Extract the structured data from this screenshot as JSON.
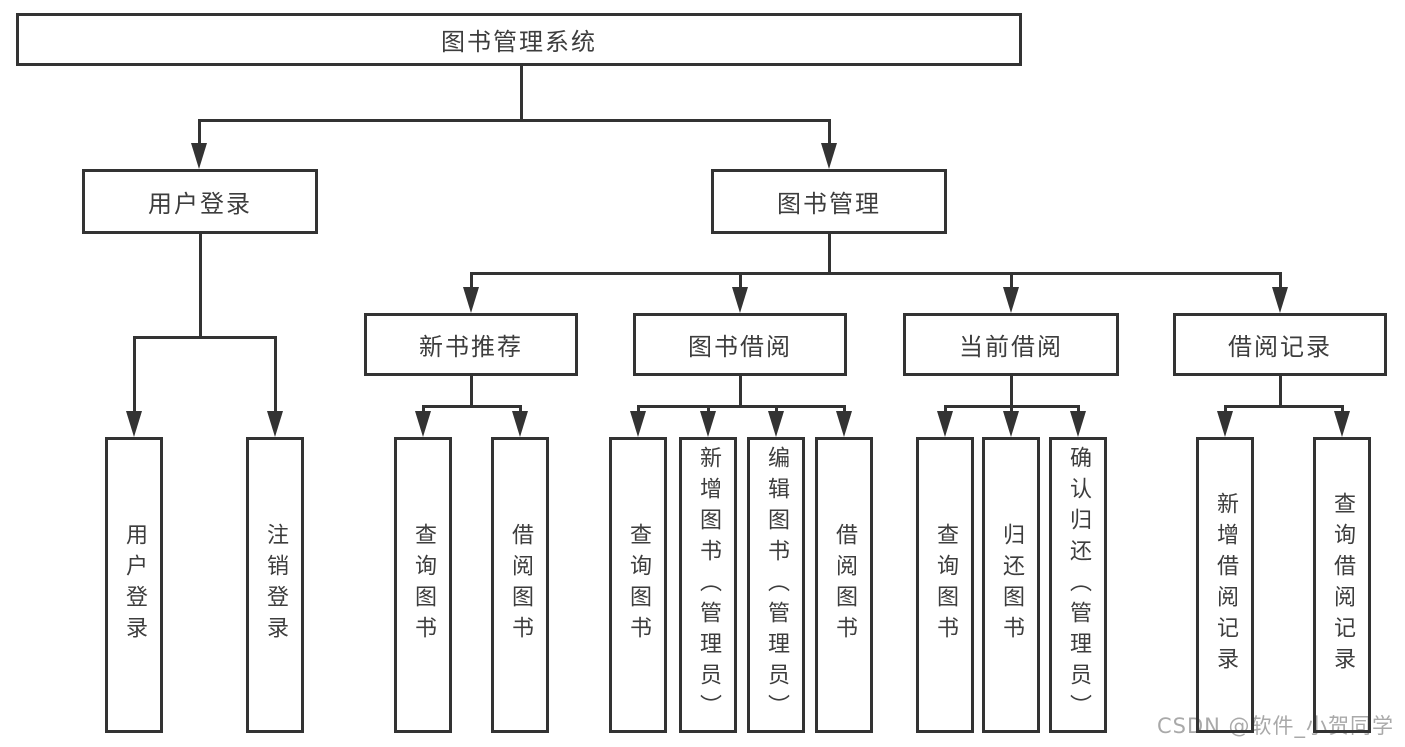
{
  "diagram": {
    "title": "图书管理系统",
    "type": "hierarchy-tree",
    "colors": {
      "line": "#333333",
      "box_border": "#333333",
      "text": "#3d3d3d",
      "watermark": "#a9a9a9",
      "background": "#ffffff"
    },
    "nodes": {
      "root": "图书管理系统",
      "user_login": "用户登录",
      "book_mgmt": "图书管理",
      "new_book_rec": "新书推荐",
      "book_borrow": "图书借阅",
      "current_borrow": "当前借阅",
      "borrow_record": "借阅记录",
      "ul_login": "用户登录",
      "ul_logout": "注销登录",
      "rec_query": "查询图书",
      "rec_borrow": "借阅图书",
      "bb_query": "查询图书",
      "bb_add": "新增图书（管理员）",
      "bb_edit": "编辑图书（管理员）",
      "bb_borrow": "借阅图书",
      "cb_query": "查询图书",
      "cb_return": "归还图书",
      "cb_confirm": "确认归还（管理员）",
      "br_add": "新增借阅记录",
      "br_query": "查询借阅记录"
    },
    "edges": [
      [
        "图书管理系统",
        "用户登录"
      ],
      [
        "图书管理系统",
        "图书管理"
      ],
      [
        "用户登录",
        "用户登录(叶)"
      ],
      [
        "用户登录",
        "注销登录"
      ],
      [
        "图书管理",
        "新书推荐"
      ],
      [
        "图书管理",
        "图书借阅"
      ],
      [
        "图书管理",
        "当前借阅"
      ],
      [
        "图书管理",
        "借阅记录"
      ],
      [
        "新书推荐",
        "查询图书"
      ],
      [
        "新书推荐",
        "借阅图书"
      ],
      [
        "图书借阅",
        "查询图书"
      ],
      [
        "图书借阅",
        "新增图书（管理员）"
      ],
      [
        "图书借阅",
        "编辑图书（管理员）"
      ],
      [
        "图书借阅",
        "借阅图书"
      ],
      [
        "当前借阅",
        "查询图书"
      ],
      [
        "当前借阅",
        "归还图书"
      ],
      [
        "当前借阅",
        "确认归还（管理员）"
      ],
      [
        "借阅记录",
        "新增借阅记录"
      ],
      [
        "借阅记录",
        "查询借阅记录"
      ]
    ],
    "watermark": "CSDN @软件_小贺同学"
  }
}
